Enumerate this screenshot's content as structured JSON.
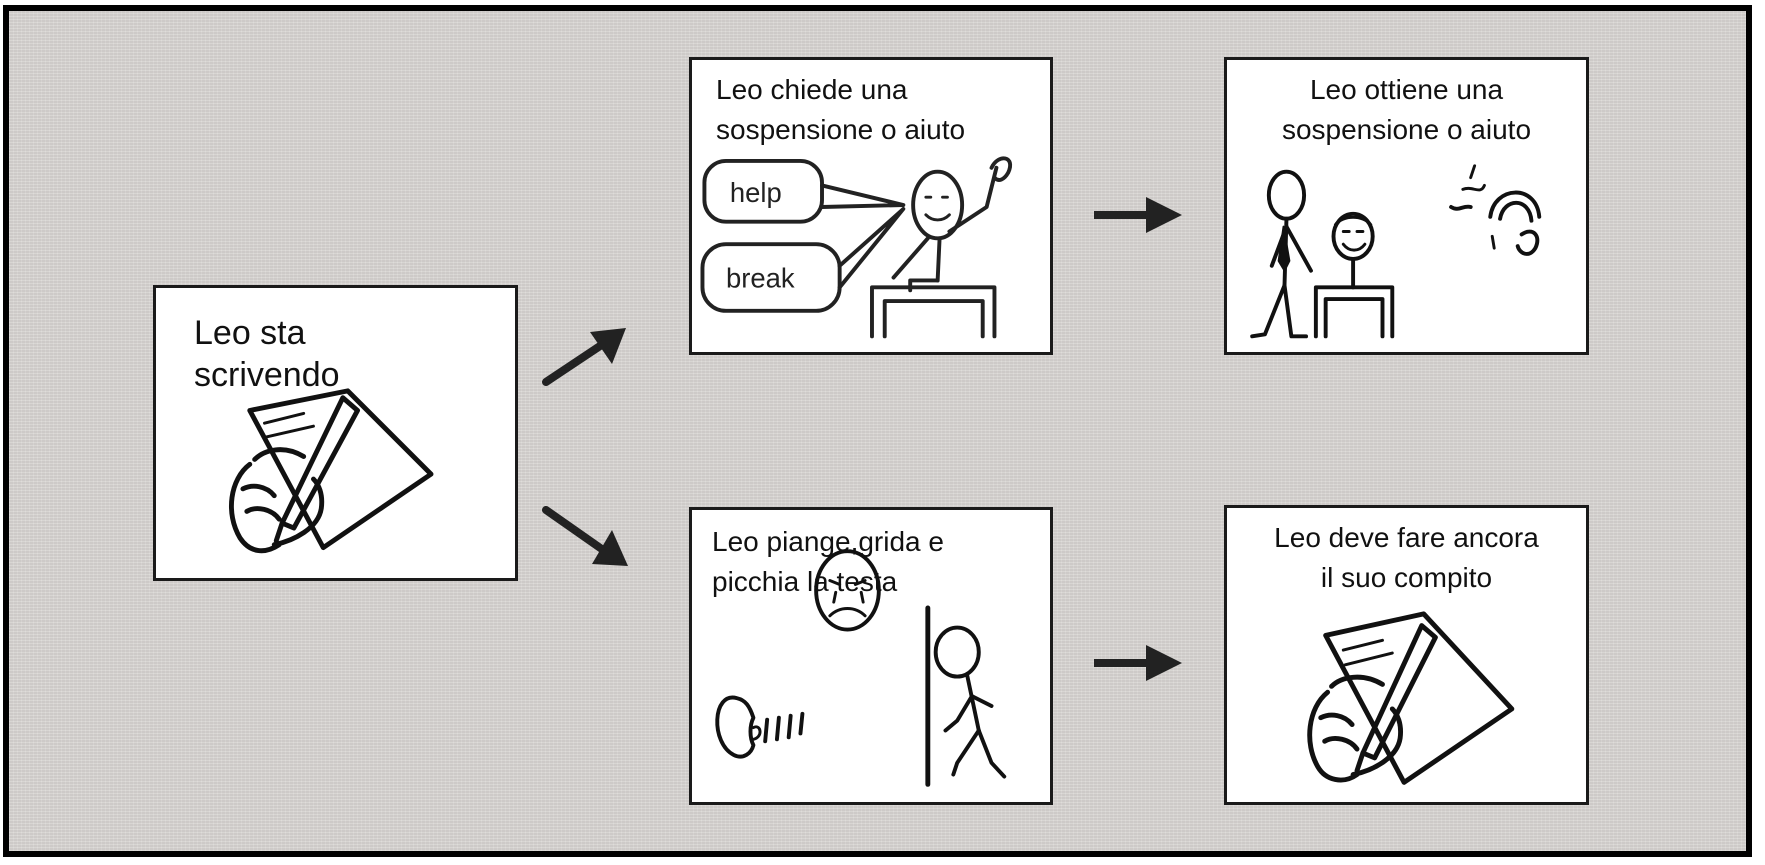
{
  "cards": {
    "start": {
      "label": "Leo sta\nscrivendo"
    },
    "ask": {
      "label": "Leo chiede una\nsospensione o aiuto",
      "bubble_help": "help",
      "bubble_break": "break"
    },
    "gets": {
      "label": "Leo ottiene una\nsospensione o aiuto"
    },
    "cries": {
      "label": "Leo piange,grida e\npicchia la testa"
    },
    "must": {
      "label": "Leo deve fare ancora\nil suo compito"
    }
  },
  "colors": {
    "background": "#d9d6d3",
    "ink": "#1a1a1a",
    "card": "#ffffff"
  }
}
